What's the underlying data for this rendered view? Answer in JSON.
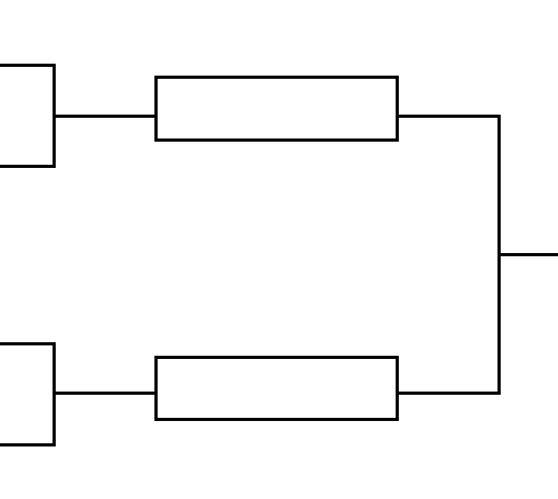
{
  "diagram": {
    "type": "tournament-bracket",
    "stroke_color": "#000000",
    "background_color": "#ffffff",
    "nodes": [
      {
        "id": "left-bracket-top",
        "label": ""
      },
      {
        "id": "left-bracket-bottom",
        "label": ""
      },
      {
        "id": "semifinal-slot-top",
        "label": ""
      },
      {
        "id": "semifinal-slot-bottom",
        "label": ""
      }
    ],
    "connectors": [
      {
        "from": "left-bracket-top",
        "to": "semifinal-slot-top"
      },
      {
        "from": "left-bracket-bottom",
        "to": "semifinal-slot-bottom"
      },
      {
        "from": "semifinal-slot-top",
        "to": "final-connector"
      },
      {
        "from": "semifinal-slot-bottom",
        "to": "final-connector"
      }
    ]
  }
}
